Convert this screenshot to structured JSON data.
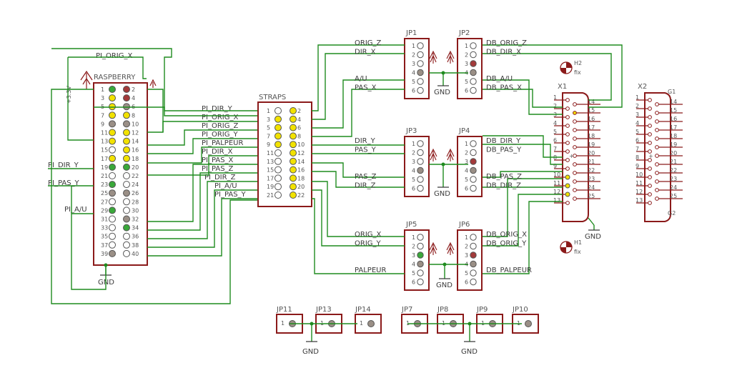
{
  "colors": {
    "wire": "#1f8b1f",
    "outline": "#8b1a1a",
    "pin_green": "#3aa83a",
    "pin_yellow": "#f2e200",
    "pin_red": "#a33a3a",
    "pin_grey": "#9a8f86",
    "pin_white": "#ffffff"
  },
  "raspberry": {
    "name": "RASPBERRY",
    "pin_numbers_left": [
      "1",
      "3",
      "5",
      "7",
      "9",
      "11",
      "13",
      "15",
      "17",
      "19",
      "21",
      "23",
      "25",
      "27",
      "29",
      "31",
      "33",
      "35",
      "37",
      "39"
    ],
    "pin_numbers_right": [
      "2",
      "4",
      "6",
      "8",
      "10",
      "12",
      "14",
      "16",
      "18",
      "20",
      "22",
      "24",
      "26",
      "28",
      "30",
      "32",
      "34",
      "36",
      "38",
      "40"
    ],
    "left_colors": [
      "green",
      "yellow",
      "yellow",
      "yellow",
      "grey",
      "yellow",
      "yellow",
      "white",
      "yellow",
      "green",
      "white",
      "green",
      "grey",
      "white",
      "green",
      "white",
      "white",
      "white",
      "white",
      "grey"
    ],
    "right_colors": [
      "red",
      "red",
      "grey",
      "yellow",
      "grey",
      "yellow",
      "yellow",
      "yellow",
      "yellow",
      "green",
      "white",
      "white",
      "grey",
      "white",
      "white",
      "grey",
      "green",
      "white",
      "white",
      "white"
    ],
    "power_label": "+3.3V",
    "gnd_label": "GND",
    "pi_orig_x_label": "PI_ORIG_X",
    "left_net_labels": [
      "PI_DIR_Y",
      "PI_PAS_Y",
      "PI_A/U"
    ]
  },
  "straps": {
    "name": "STRAPS",
    "left_nums": [
      "1",
      "3",
      "5",
      "7",
      "9",
      "11",
      "13",
      "15",
      "17",
      "19",
      "21"
    ],
    "right_nums": [
      "2",
      "4",
      "6",
      "8",
      "10",
      "12",
      "14",
      "16",
      "18",
      "20",
      "22"
    ],
    "left_colors": [
      "white",
      "yellow",
      "yellow",
      "yellow",
      "yellow",
      "white",
      "white",
      "white",
      "white",
      "white",
      "white"
    ],
    "right_colors": [
      "yellow",
      "yellow",
      "yellow",
      "yellow",
      "yellow",
      "yellow",
      "yellow",
      "yellow",
      "yellow",
      "yellow",
      "yellow"
    ],
    "net_labels": [
      "PI_DIR_Y",
      "PI_ORIG_X",
      "PI_ORIG_Z",
      "PI_ORIG_Y",
      "PI_PALPEUR",
      "PI_DIR_X",
      "PI_PAS_X",
      "PI_PAS_Z",
      "PI_DIR_Z",
      "PI_A/U",
      "PI_PAS_Y"
    ]
  },
  "jp1": {
    "name": "JP1",
    "pins": [
      "1",
      "2",
      "3",
      "4",
      "5",
      "6"
    ],
    "nets": [
      "ORIG_Z",
      "DIR_X",
      "",
      "",
      "A/U",
      "PAS_X"
    ],
    "gnd_label": "GND",
    "colors": [
      "white",
      "white",
      "white",
      "grey",
      "white",
      "white"
    ]
  },
  "jp2": {
    "name": "JP2",
    "pins": [
      "1",
      "2",
      "3",
      "4",
      "5",
      "6"
    ],
    "nets": [
      "DB_ORIG_Z",
      "DB_DIR_X",
      "",
      "",
      "DB_A/U",
      "DB_PAS_X"
    ],
    "colors": [
      "white",
      "white",
      "red",
      "grey",
      "white",
      "white"
    ]
  },
  "jp3": {
    "name": "JP3",
    "pins": [
      "1",
      "2",
      "3",
      "4",
      "5",
      "6"
    ],
    "nets": [
      "DIR_Y",
      "PAS_Y",
      "",
      "",
      "PAS_Z",
      "DIR_Z"
    ],
    "gnd_label": "GND",
    "colors": [
      "white",
      "white",
      "white",
      "grey",
      "white",
      "white"
    ]
  },
  "jp4": {
    "name": "JP4",
    "pins": [
      "1",
      "2",
      "3",
      "4",
      "5",
      "6"
    ],
    "nets": [
      "DB_DIR_Y",
      "DB_PAS_Y",
      "",
      "",
      "DB_PAS_Z",
      "DB_DIR_Z"
    ],
    "colors": [
      "white",
      "white",
      "red",
      "grey",
      "white",
      "white"
    ]
  },
  "jp5": {
    "name": "JP5",
    "pins": [
      "1",
      "2",
      "3",
      "4",
      "5",
      "6"
    ],
    "nets": [
      "ORIG_X",
      "ORIG_Y",
      "",
      "",
      "PALPEUR",
      ""
    ],
    "gnd_label": "GND",
    "colors": [
      "white",
      "white",
      "green",
      "grey",
      "white",
      "white"
    ]
  },
  "jp6": {
    "name": "JP6",
    "pins": [
      "1",
      "2",
      "3",
      "4",
      "5",
      "6"
    ],
    "nets": [
      "DB_ORIG_X",
      "DB_ORIG_Y",
      "",
      "",
      "DB_PALPEUR",
      ""
    ],
    "colors": [
      "white",
      "white",
      "red",
      "grey",
      "white",
      "white"
    ]
  },
  "x1": {
    "name": "X1",
    "left_nums": [
      "1",
      "2",
      "3",
      "4",
      "5",
      "6",
      "7",
      "8",
      "9",
      "10",
      "11",
      "12",
      "13"
    ],
    "right_nums": [
      "14",
      "15",
      "16",
      "17",
      "18",
      "19",
      "20",
      "21",
      "22",
      "23",
      "24",
      "25"
    ],
    "gnd_label": "GND"
  },
  "x2": {
    "name": "X2",
    "left_nums": [
      "1",
      "2",
      "3",
      "4",
      "5",
      "6",
      "7",
      "8",
      "9",
      "10",
      "11",
      "12",
      "13"
    ],
    "right_nums": [
      "14",
      "15",
      "16",
      "17",
      "18",
      "19",
      "20",
      "21",
      "22",
      "23",
      "24",
      "25"
    ],
    "g1": "G1",
    "g2": "G2"
  },
  "holes": [
    {
      "name": "H2",
      "sub": "fix"
    },
    {
      "name": "H1",
      "sub": "fix"
    }
  ],
  "small_jumpers": [
    {
      "name": "JP11",
      "pin": "1"
    },
    {
      "name": "JP13",
      "pin": "1"
    },
    {
      "name": "JP14",
      "pin": "1"
    },
    {
      "name": "JP7",
      "pin": "1"
    },
    {
      "name": "JP8",
      "pin": "1"
    },
    {
      "name": "JP9",
      "pin": "1"
    },
    {
      "name": "JP10",
      "pin": "1"
    }
  ],
  "gnd_labels": {
    "raspberry": "GND",
    "jumpers_left": "GND",
    "jumpers_right": "GND"
  },
  "jp_side_marks": [
    "1",
    "3",
    "5"
  ]
}
